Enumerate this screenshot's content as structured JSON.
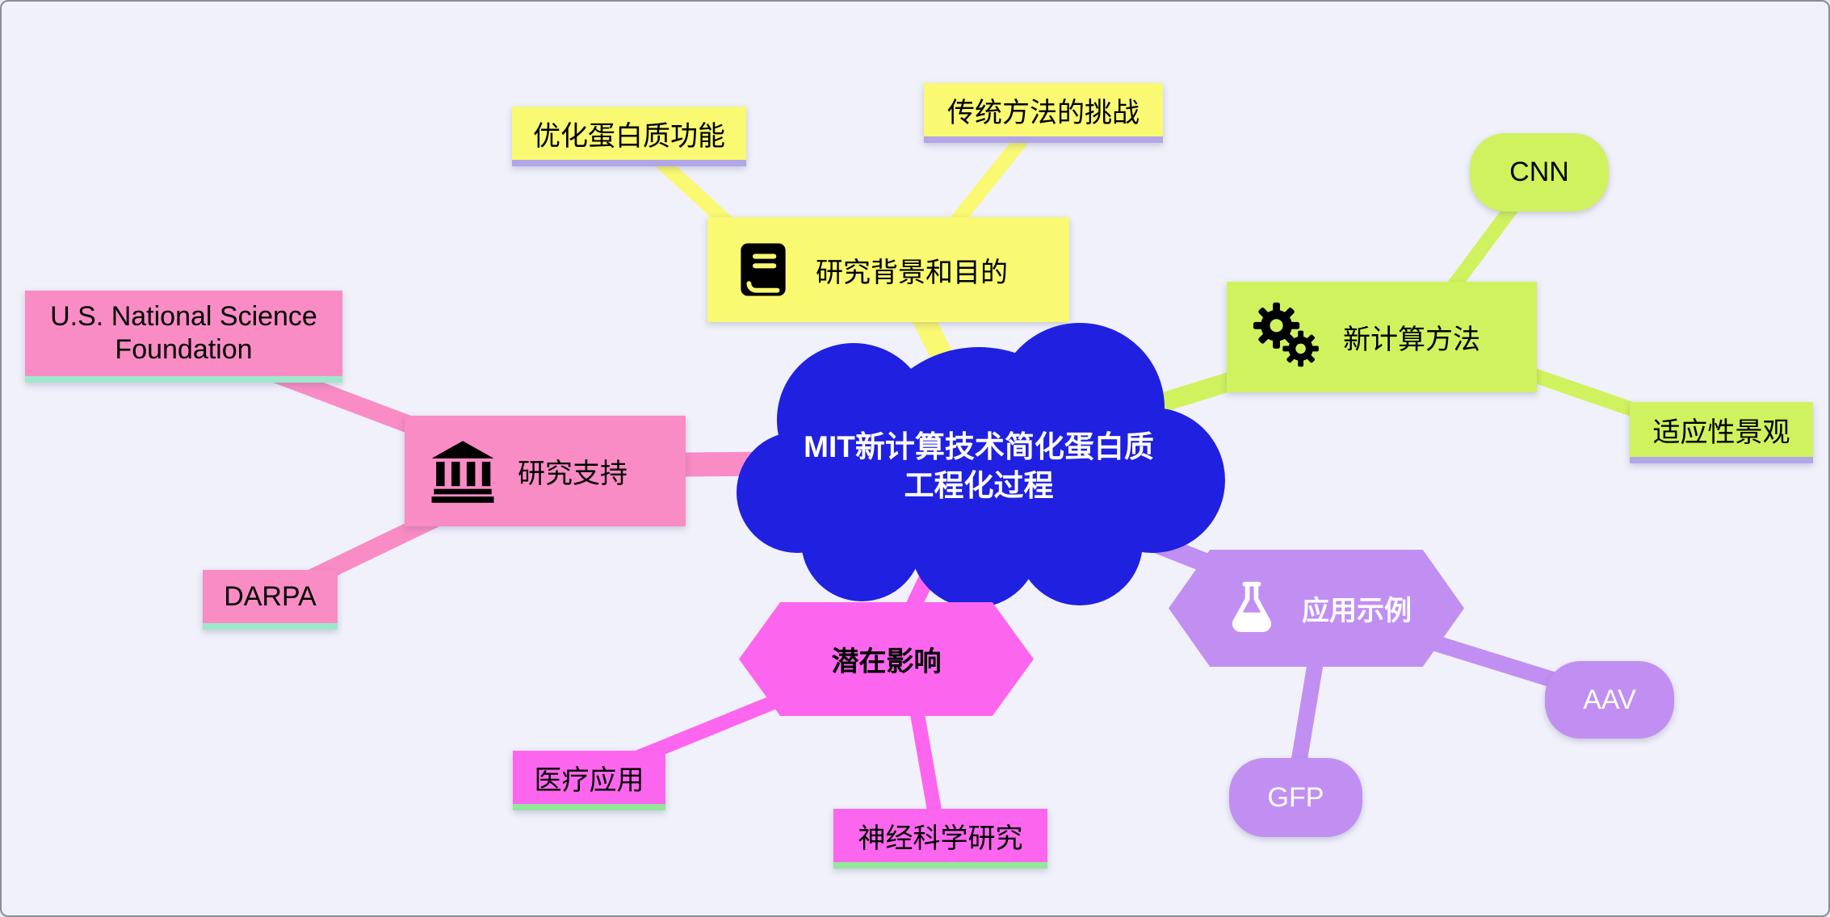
{
  "palette": {
    "background": "#f0f1fb",
    "frame_border": "#8a8d99",
    "center_blue": "#2020e0",
    "branch_yellow": "#f9f972",
    "branch_green": "#d0f25e",
    "branch_pink": "#f98cc5",
    "branch_magenta": "#fc66ee",
    "branch_purple": "#c18ff2",
    "underline_lavender": "#b2a6e8",
    "underline_mint": "#9fe8cc",
    "underline_green": "#92e79b",
    "text_dark": "#000000",
    "text_light": "#ffffff"
  },
  "icons": {
    "background": "book-icon",
    "methods": "gears-icon",
    "support": "bank-icon",
    "applications": "flask-icon"
  },
  "center": {
    "label_line1": "MIT新计算技术简化蛋白质",
    "label_line2": "工程化过程"
  },
  "branches": {
    "background": {
      "label": "研究背景和目的",
      "children": {
        "optimize": {
          "label": "优化蛋白质功能"
        },
        "challenge": {
          "label": "传统方法的挑战"
        }
      }
    },
    "methods": {
      "label": "新计算方法",
      "children": {
        "cnn": {
          "label": "CNN"
        },
        "landscape": {
          "label": "适应性景观"
        }
      }
    },
    "support": {
      "label": "研究支持",
      "children": {
        "nsf": {
          "label": "U.S. National Science Foundation"
        },
        "darpa": {
          "label": "DARPA"
        }
      }
    },
    "impact": {
      "label": "潜在影响",
      "children": {
        "medical": {
          "label": "医疗应用"
        },
        "neuro": {
          "label": "神经科学研究"
        }
      }
    },
    "applications": {
      "label": "应用示例",
      "children": {
        "gfp": {
          "label": "GFP"
        },
        "aav": {
          "label": "AAV"
        }
      }
    }
  }
}
